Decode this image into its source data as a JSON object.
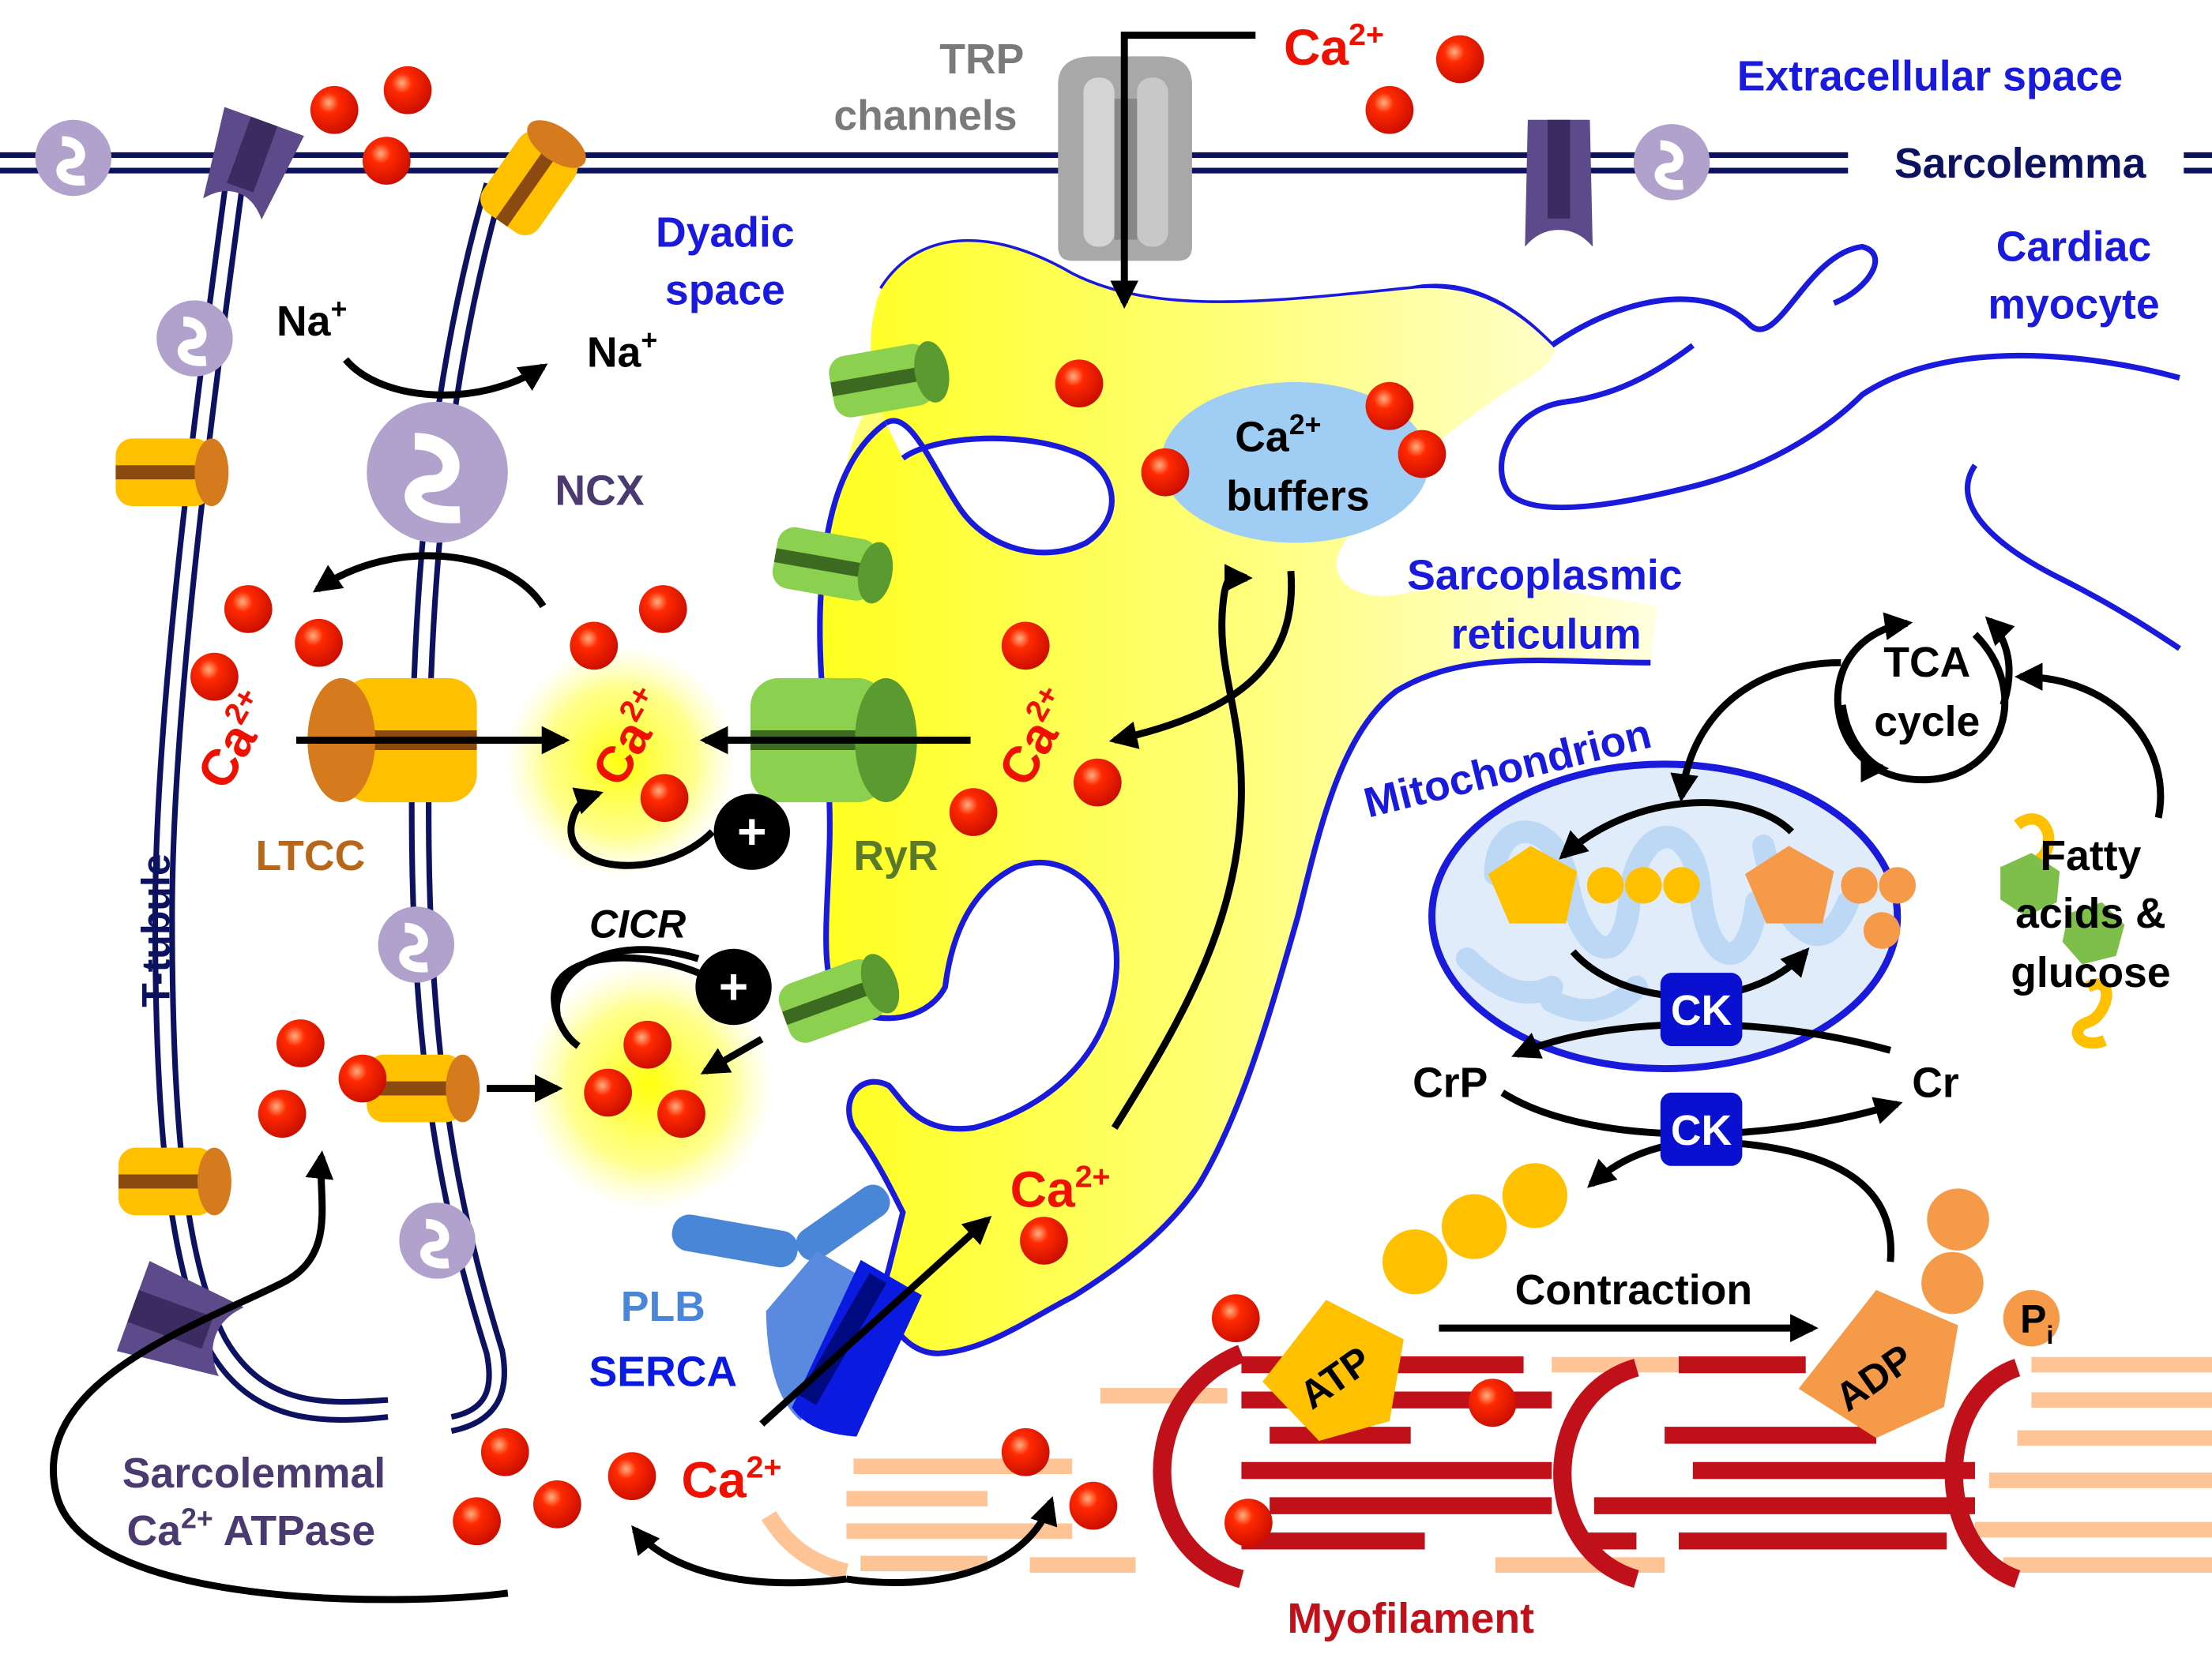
{
  "labels": {
    "extracellular": "Extracellular space",
    "sarcolemma": "Sarcolemma",
    "cardiac_line1": "Cardiac",
    "cardiac_line2": "myocyte",
    "trp_line1": "TRP",
    "trp_line2": "channels",
    "dyadic_line1": "Dyadic",
    "dyadic_line2": "space",
    "na": "Na",
    "na_sup": "+",
    "ncx": "NCX",
    "ca": "Ca",
    "ca_sup": "2+",
    "buffers": "buffers",
    "sr_line1": "Sarcoplasmic",
    "sr_line2": "reticulum",
    "ltcc": "LTCC",
    "ryr": "RyR",
    "cicr": "CICR",
    "plus": "+",
    "t_tubule": "T-tubule",
    "plb": "PLB",
    "serca": "SERCA",
    "pmca_line1": "Sarcolemmal",
    "pmca_line2_ca": "Ca",
    "pmca_line2_sup": "2+",
    "pmca_line2_rest": " ATPase",
    "mitochondrion": "Mitochondrion",
    "tca_line1": "TCA",
    "tca_line2": "cycle",
    "fatty_line1": "Fatty",
    "fatty_line2": "acids &",
    "fatty_line3": "glucose",
    "ck": "CK",
    "crp": "CrP",
    "cr": "Cr",
    "contraction": "Contraction",
    "atp": "ATP",
    "adp": "ADP",
    "pi": "P",
    "pi_sub": "i",
    "myofilament": "Myofilament"
  },
  "colors": {
    "membrane": "#0c1260",
    "sr_outline": "#1a1adc",
    "sr_fill": "#ffff55",
    "calcium": "#ee1100",
    "blue_label": "#1a1adc",
    "ltcc": "#ffc000",
    "ltcc_dark": "#d67a1e",
    "ryr": "#8cd050",
    "ncx": "#b0a2cc",
    "pmca": "#5c4a8a",
    "trp": "#a8a8a8",
    "serca": "#0a1ae0",
    "plb": "#4a86d8",
    "myofilament": "#c0101a",
    "myofilament_light": "#ffc496",
    "atp": "#ffc000",
    "adp": "#f59a48",
    "ck": "#0a10d0",
    "mito_fill": "#e0ecfa",
    "cristae": "#bcd8f4"
  }
}
